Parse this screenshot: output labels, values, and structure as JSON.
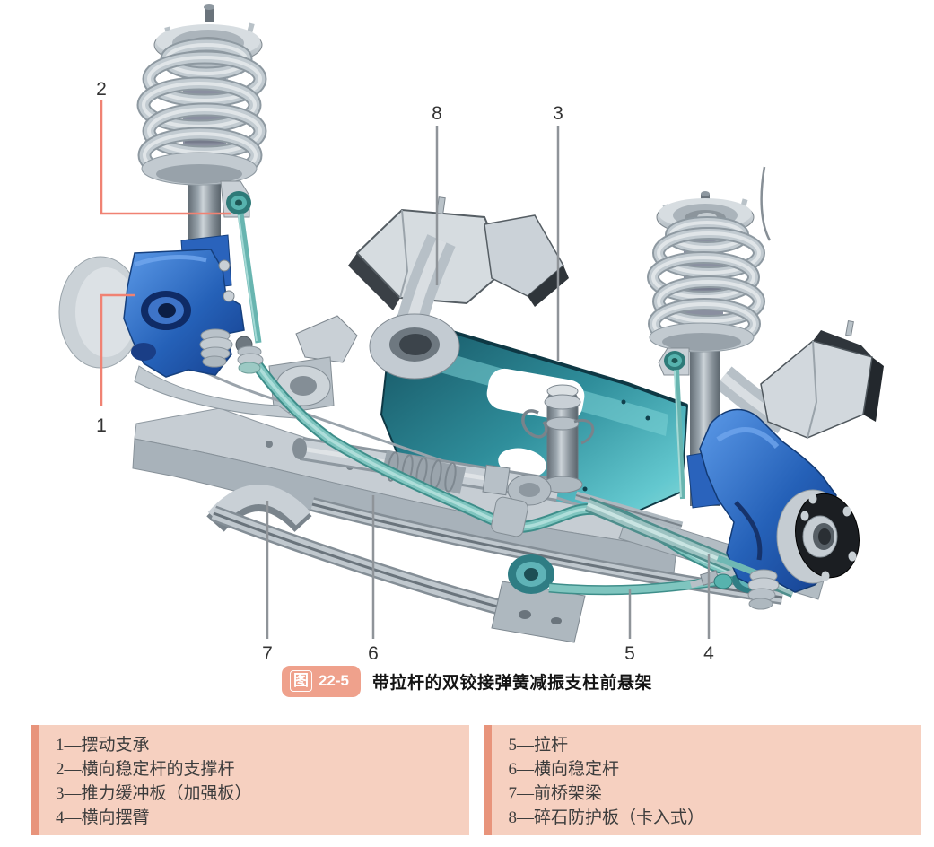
{
  "figure": {
    "badge_prefix": "图",
    "badge_number": "22-5",
    "caption": "带拉杆的双铰接弹簧减振支柱前悬架"
  },
  "callouts": {
    "c1": "1",
    "c2": "2",
    "c3": "3",
    "c4": "4",
    "c5": "5",
    "c6": "6",
    "c7": "7",
    "c8": "8"
  },
  "legend": {
    "left_items": [
      "1—摆动支承",
      "2—横向稳定杆的支撑杆",
      "3—推力缓冲板（加强板）",
      "4—横向摆臂"
    ],
    "right_items": [
      "5—拉杆",
      "6—横向稳定杆",
      "7—前桥架梁",
      "8—碎石防护板（卡入式）"
    ]
  },
  "colors": {
    "legend_bg": "#F6D0C0",
    "legend_stripe": "#E8947B",
    "badge_bg": "#EFA18C",
    "leader_red": "#F08273",
    "leader_gray": "#8F9499",
    "knuckle_blue": "#2E6FC9",
    "panel_teal": "#2F8E9B",
    "stabilizer_teal": "#7FC5BF",
    "metal_gray": "#C3CBD1"
  }
}
